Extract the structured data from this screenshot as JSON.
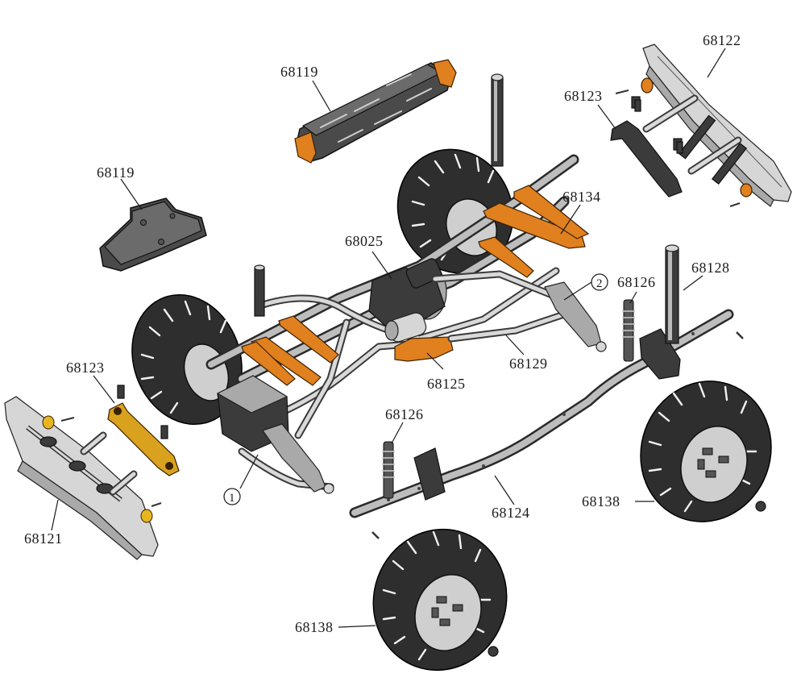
{
  "diagram": {
    "part_labels": [
      {
        "id": "68119",
        "text": "68119"
      },
      {
        "id": "68119b",
        "text": "68119"
      },
      {
        "id": "68122",
        "text": "68122"
      },
      {
        "id": "68123",
        "text": "68123"
      },
      {
        "id": "68134",
        "text": "68134"
      },
      {
        "id": "68025",
        "text": "68025"
      },
      {
        "id": "68128",
        "text": "68128"
      },
      {
        "id": "68126",
        "text": "68126"
      },
      {
        "id": "68123b",
        "text": "68123"
      },
      {
        "id": "68125",
        "text": "68125"
      },
      {
        "id": "68129",
        "text": "68129"
      },
      {
        "id": "68126b",
        "text": "68126"
      },
      {
        "id": "68121",
        "text": "68121"
      },
      {
        "id": "68124",
        "text": "68124"
      },
      {
        "id": "68138",
        "text": "68138"
      },
      {
        "id": "68138b",
        "text": "68138"
      }
    ],
    "callouts": [
      {
        "id": "c2",
        "text": "2"
      },
      {
        "id": "c1",
        "text": "1"
      }
    ],
    "colors": {
      "accent_orange": "#e0801e",
      "metal_dark": "#3b3b3b",
      "line": "#1a1a1a"
    }
  }
}
